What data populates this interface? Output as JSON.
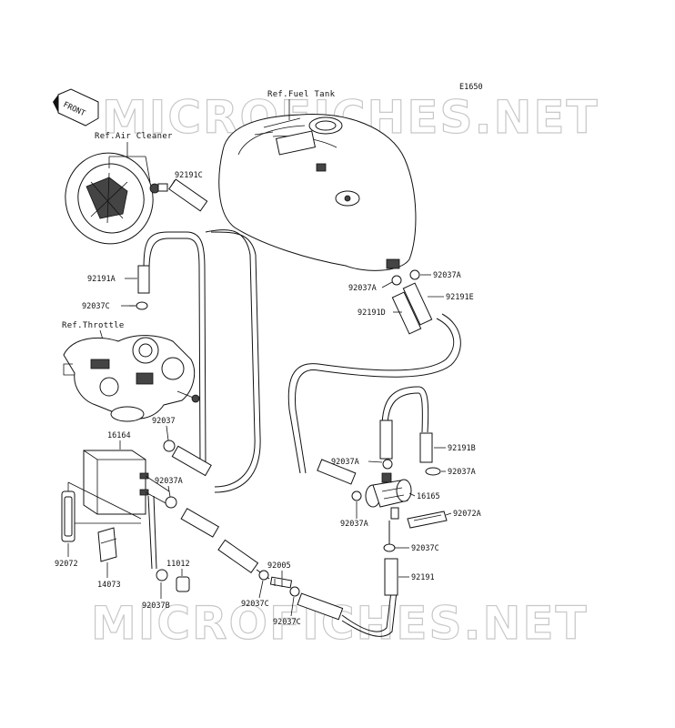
{
  "diagram_code": "E1650",
  "front_label": "FRONT",
  "watermark": "MICROFICHES.NET",
  "refs": {
    "fuel_tank": "Ref.Fuel Tank",
    "air_cleaner": "Ref.Air Cleaner",
    "throttle": "Ref.Throttle"
  },
  "parts": [
    {
      "id": "92191C"
    },
    {
      "id": "92191A"
    },
    {
      "id": "92037C"
    },
    {
      "id": "92037"
    },
    {
      "id": "16164"
    },
    {
      "id": "92037A"
    },
    {
      "id": "92072"
    },
    {
      "id": "14073"
    },
    {
      "id": "11012"
    },
    {
      "id": "92037B"
    },
    {
      "id": "92037C"
    },
    {
      "id": "92005"
    },
    {
      "id": "92037C"
    },
    {
      "id": "92037A"
    },
    {
      "id": "92037A"
    },
    {
      "id": "92191E"
    },
    {
      "id": "92191D"
    },
    {
      "id": "92191B"
    },
    {
      "id": "92037A"
    },
    {
      "id": "92037A"
    },
    {
      "id": "16165"
    },
    {
      "id": "92037A"
    },
    {
      "id": "92072A"
    },
    {
      "id": "92037C"
    },
    {
      "id": "92191"
    }
  ]
}
